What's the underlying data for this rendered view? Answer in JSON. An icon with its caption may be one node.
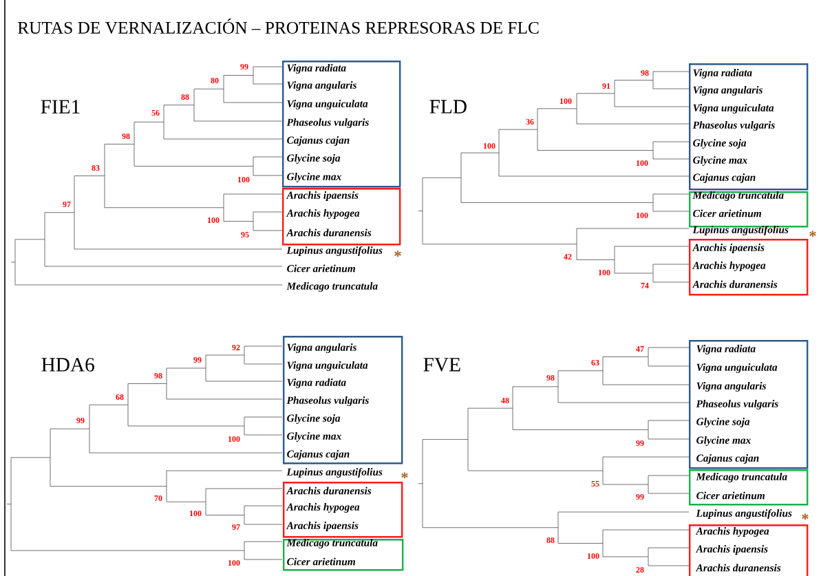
{
  "diagram": {
    "title": "RUTAS DE VERNALIZACIÓN – PROTEINAS REPRESORAS DE FLC",
    "nodes": [
      {
        "text": [],
        "shape": "box"
      },
      {
        "text": [
          "Vigna radiata"
        ],
        "in": 0
      },
      {
        "text": [
          "Vigna angularis"
        ],
        "in": 0
      },
      {
        "text": [
          "Vigna unguiculata"
        ],
        "in": 0
      },
      {
        "text": [
          "Phaseolus vulgaris"
        ],
        "in": 0
      },
      {
        "text": [
          "Cajanus cajan"
        ],
        "in": 0
      },
      {
        "text": [
          "Glycine soja"
        ],
        "in": 0
      },
      {
        "text": [
          "Glycine max"
        ],
        "in": 0
      },
      {
        "text": [],
        "shape": "box"
      },
      {
        "text": [
          "Arachis ipaensis"
        ],
        "in": 8
      },
      {
        "text": [
          "Arachis hypogea"
        ],
        "in": 8
      },
      {
        "text": [
          "Arachis duranensis"
        ],
        "in": 8
      },
      {
        "text": [],
        "shape": "box"
      },
      {
        "text": [
          "Vigna radiata"
        ],
        "in": 12
      },
      {
        "text": [
          "Vigna angularis"
        ],
        "in": 12
      },
      {
        "text": [
          "Vigna unguiculata"
        ],
        "in": 12
      },
      {
        "text": [
          "Phaseolus vulgaris"
        ],
        "in": 12
      },
      {
        "text": [
          "Glycine soja"
        ],
        "in": 12
      },
      {
        "text": [
          "Glycine max"
        ],
        "in": 12
      },
      {
        "text": [
          "Cajanus cajan"
        ],
        "in": 12
      },
      {
        "text": [],
        "shape": "box"
      },
      {
        "text": [
          "Medicago truncatula"
        ],
        "in": 20
      },
      {
        "text": [
          "Cicer arietinum"
        ],
        "in": 20
      },
      {
        "text": [],
        "shape": "box"
      },
      {
        "text": [
          "Arachis ipaensis"
        ],
        "in": 23
      },
      {
        "text": [
          "Arachis hypogea"
        ],
        "in": 23
      },
      {
        "text": [
          "Arachis duranensis"
        ],
        "in": 23
      },
      {
        "text": [],
        "shape": "box"
      },
      {
        "text": [
          "Vigna angularis"
        ],
        "in": 27
      },
      {
        "text": [
          "Vigna unguiculata"
        ],
        "in": 27
      },
      {
        "text": [
          "Vigna radiata"
        ],
        "in": 27
      },
      {
        "text": [
          "Phaseolus vulgaris"
        ],
        "in": 27
      },
      {
        "text": [
          "Glycine soja"
        ],
        "in": 27
      },
      {
        "text": [
          "Glycine max"
        ],
        "in": 27
      },
      {
        "text": [
          "Cajanus cajan"
        ],
        "in": 27
      },
      {
        "text": [],
        "shape": "box"
      },
      {
        "text": [
          "Arachis duranensis"
        ],
        "in": 35
      },
      {
        "text": [
          "Arachis hypogea"
        ],
        "in": 35
      },
      {
        "text": [
          "Arachis ipaensis"
        ],
        "in": 35
      },
      {
        "text": [],
        "shape": "box"
      },
      {
        "text": [
          "Medicago truncatula"
        ],
        "in": 39
      },
      {
        "text": [
          "Cicer arietinum"
        ],
        "in": 39
      },
      {
        "text": [],
        "shape": "box"
      },
      {
        "text": [
          "Vigna radiata"
        ],
        "in": 42
      },
      {
        "text": [
          "Vigna unguiculata"
        ],
        "in": 42
      },
      {
        "text": [
          "Vigna angularis"
        ],
        "in": 42
      },
      {
        "text": [
          "Phaseolus vulgaris"
        ],
        "in": 42
      },
      {
        "text": [
          "Glycine soja"
        ],
        "in": 42
      },
      {
        "text": [
          "Glycine max"
        ],
        "in": 42
      },
      {
        "text": [
          "Cajanus cajan"
        ],
        "in": 42
      },
      {
        "text": [],
        "shape": "box"
      },
      {
        "text": [
          "Medicago truncatula"
        ],
        "in": 50
      },
      {
        "text": [
          "Cicer arietinum"
        ],
        "in": 50
      },
      {
        "text": [],
        "shape": "box"
      },
      {
        "text": [
          "Arachis hypogea"
        ],
        "in": 53
      },
      {
        "text": [
          "Arachis ipaensis"
        ],
        "in": 53
      },
      {
        "text": [
          "Arachis duranensis"
        ],
        "in": 53
      }
    ],
    "labels": [
      "FIE1",
      "99",
      "80",
      "88",
      "56",
      "98",
      "100",
      "83",
      "100",
      "95",
      "97",
      "Lupinus angustifolius",
      "*",
      "Cicer arietinum",
      "Medicago truncatula",
      "FLD",
      "98",
      "91",
      "100",
      "36",
      "100",
      "100",
      "100",
      "Lupinus angustifolius",
      "*",
      "42",
      "100",
      "74",
      "HDA6",
      "92",
      "99",
      "98",
      "68",
      "99",
      "100",
      "Lupinus angustifolius",
      "*",
      "70",
      "100",
      "97",
      "100",
      "FVE",
      "47",
      "63",
      "98",
      "48",
      "99",
      "55",
      "99",
      "Lupinus angustifolius",
      "*",
      "88",
      "100",
      "28"
    ]
  }
}
